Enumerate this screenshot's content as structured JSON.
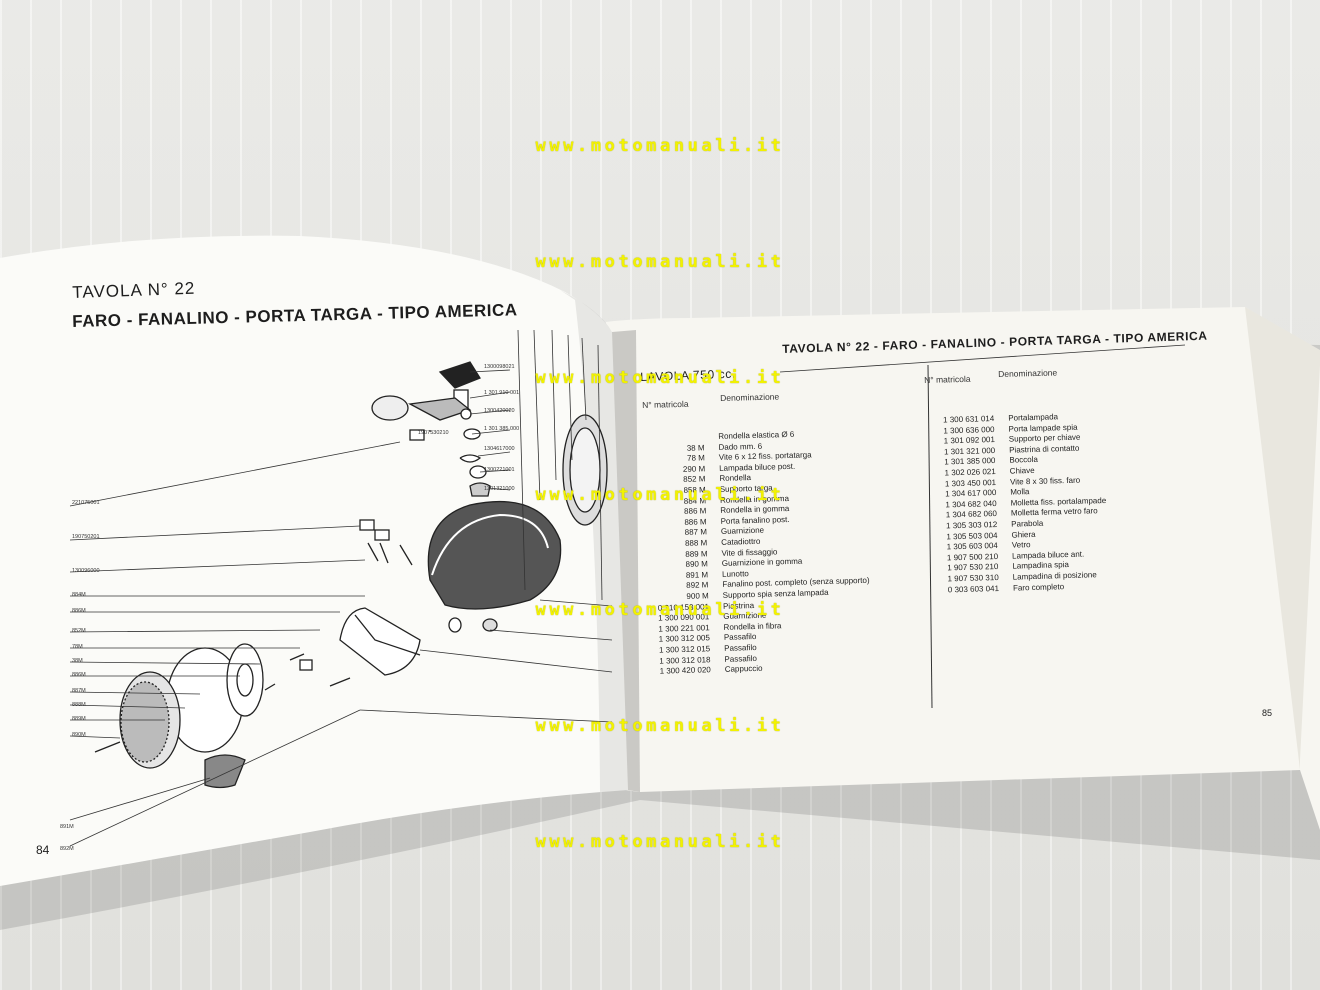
{
  "watermark": {
    "text": "www.motomanuali.it"
  },
  "left_page": {
    "tavola_label": "TAVOLA N° 22",
    "title": "FARO - FANALINO - PORTA TARGA - TIPO AMERICA",
    "page_number": "84",
    "callouts_top": [
      "1300098021",
      "1 301 910 001",
      "1300420020",
      "1 301 385 000",
      "1304617000",
      "1300221001",
      "1301321000",
      "1907530210"
    ],
    "callouts_left": [
      "221075001",
      "190750201",
      "130096000",
      "884M",
      "886M",
      "852M",
      "78M",
      "38M",
      "886M",
      "887M",
      "888M",
      "889M",
      "890M",
      "891M",
      "892M"
    ]
  },
  "right_page": {
    "header_model": "LAVOLA 750 cc.",
    "header_title": "TAVOLA N° 22 - FARO - FANALINO - PORTA TARGA - TIPO AMERICA",
    "col_matricola": "N° matricola",
    "col_denominazione": "Denominazione",
    "page_number": "85",
    "left_rows": [
      {
        "code": "",
        "name": "Rondella elastica Ø 6"
      },
      {
        "code": "38 M",
        "name": "Dado mm. 6"
      },
      {
        "code": "78 M",
        "name": "Vite 6 x 12 fiss. portatarga"
      },
      {
        "code": "290 M",
        "name": "Lampada biluce post."
      },
      {
        "code": "852 M",
        "name": "Rondella"
      },
      {
        "code": "858 M",
        "name": "Supporto targa"
      },
      {
        "code": "884 M",
        "name": "Rondella in gomma"
      },
      {
        "code": "886 M",
        "name": "Rondella in gomma"
      },
      {
        "code": "886 M",
        "name": "Porta fanalino post."
      },
      {
        "code": "887 M",
        "name": "Guarnizione"
      },
      {
        "code": "888 M",
        "name": "Catadiottro"
      },
      {
        "code": "889 M",
        "name": "Vite di fissaggio"
      },
      {
        "code": "890 M",
        "name": "Guarnizione in gomma"
      },
      {
        "code": "891 M",
        "name": "Lunotto"
      },
      {
        "code": "892 M",
        "name": "Fanalino post. completo (senza supporto)"
      },
      {
        "code": "900 M",
        "name": "Supporto spia senza lampada"
      },
      {
        "code": "0 310 153 001",
        "name": "Piastrina"
      },
      {
        "code": "1 300 090 001",
        "name": "Guarnizione"
      },
      {
        "code": "1 300 221 001",
        "name": "Rondella in fibra"
      },
      {
        "code": "1 300 312 005",
        "name": "Passafilo"
      },
      {
        "code": "1 300 312 015",
        "name": "Passafilo"
      },
      {
        "code": "1 300 312 018",
        "name": "Passafilo"
      },
      {
        "code": "1 300 420 020",
        "name": "Cappuccio"
      }
    ],
    "right_rows": [
      {
        "code": "1 300 631 014",
        "name": "Portalampada"
      },
      {
        "code": "1 300 636 000",
        "name": "Porta lampade spia"
      },
      {
        "code": "1 301 092 001",
        "name": "Supporto per chiave"
      },
      {
        "code": "1 301 321 000",
        "name": "Piastrina di contatto"
      },
      {
        "code": "1 301 385 000",
        "name": "Boccola"
      },
      {
        "code": "1 302 026 021",
        "name": "Chiave"
      },
      {
        "code": "1 303 450 001",
        "name": "Vite 8 x 30 fiss. faro"
      },
      {
        "code": "1 304 617 000",
        "name": "Molla"
      },
      {
        "code": "1 304 682 040",
        "name": "Molletta fiss. portalampade"
      },
      {
        "code": "1 304 682 060",
        "name": "Molletta ferma vetro faro"
      },
      {
        "code": "1 305 303 012",
        "name": "Parabola"
      },
      {
        "code": "1 305 503 004",
        "name": "Ghiera"
      },
      {
        "code": "1 305 603 004",
        "name": "Vetro"
      },
      {
        "code": "1 907 500 210",
        "name": "Lampada biluce ant."
      },
      {
        "code": "1 907 530 210",
        "name": "Lampadina spia"
      },
      {
        "code": "1 907 530 310",
        "name": "Lampadina di posizione"
      },
      {
        "code": "0 303 603 041",
        "name": "Faro completo"
      }
    ]
  }
}
